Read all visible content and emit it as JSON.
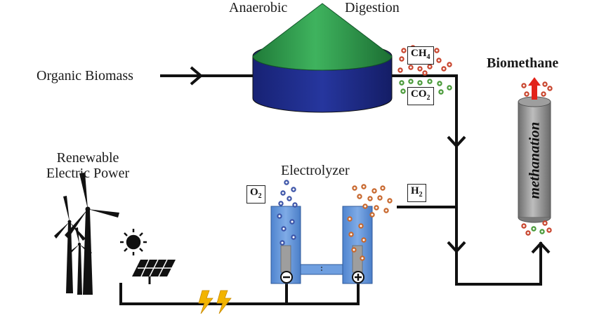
{
  "labels": {
    "anaerobic": "Anaerobic",
    "digestion": "Digestion",
    "organic_biomass": "Organic Biomass",
    "biomethane": "Biomethane",
    "methanation": "methanation",
    "renewable_line1": "Renewable",
    "renewable_line2": "Electric Power",
    "electrolyzer": "Electrolyzer"
  },
  "species": {
    "ch4_main": "CH",
    "ch4_sub": "4",
    "co2_main": "CO",
    "co2_sub": "2",
    "o2_main": "O",
    "o2_sub": "2",
    "h2_main": "H",
    "h2_sub": "2"
  },
  "colors": {
    "dome": "#2e9a4a",
    "tank": "#1f2f8c",
    "line": "#111111",
    "electrolyzer": "#5b8fd6",
    "methanation": "#8a8a8a",
    "ch4_molecule": "#c8452e",
    "co2_molecule": "#4a9a3a",
    "o2_molecule": "#3d55a8",
    "h2_molecule": "#c8682e",
    "lightning": "#f2b400"
  },
  "icons": [
    "sun-icon",
    "solar-panel-icon",
    "wind-turbine-icon",
    "lightning-icon",
    "minus-terminal-icon",
    "plus-terminal-icon"
  ]
}
